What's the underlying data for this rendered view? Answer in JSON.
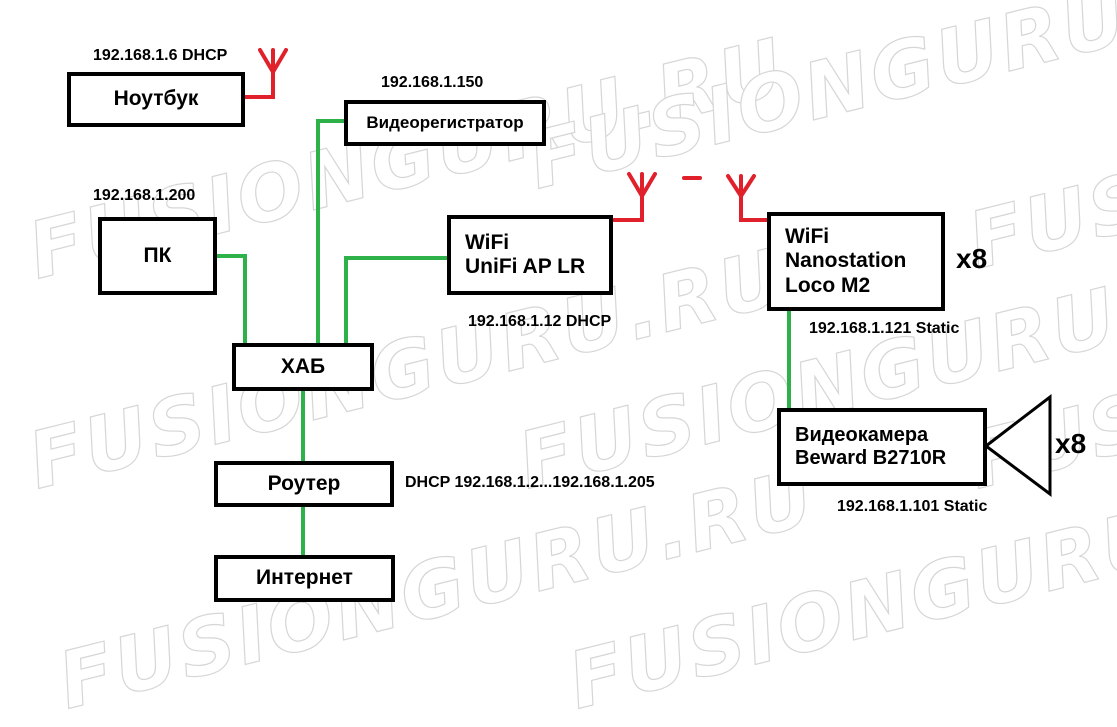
{
  "watermark": "FUSIONGURU.RU",
  "colors": {
    "wire": "#2fb14a",
    "antenna": "#e0202a",
    "border": "#000000"
  },
  "nodes": {
    "laptop": "Ноутбук",
    "dvr": "Видеорегистратор",
    "pc": "ПК",
    "hub": "ХАБ",
    "router": "Роутер",
    "internet": "Интернет",
    "wifi_ap": "WiFi\nUniFi AP LR",
    "nanostation": "WiFi\nNanostation\nLoco M2",
    "camera": "Видеокамера\nBeward B2710R"
  },
  "labels": {
    "laptop_ip": "192.168.1.6 DHCP",
    "dvr_ip": "192.168.1.150",
    "pc_ip": "192.168.1.200",
    "ap_ip": "192.168.1.12 DHCP",
    "router_dhcp": "DHCP 192.168.1.2...192.168.1.205",
    "nano_ip": "192.168.1.121 Static",
    "camera_ip": "192.168.1.101 Static",
    "nano_mult": "x8",
    "camera_mult": "x8"
  }
}
